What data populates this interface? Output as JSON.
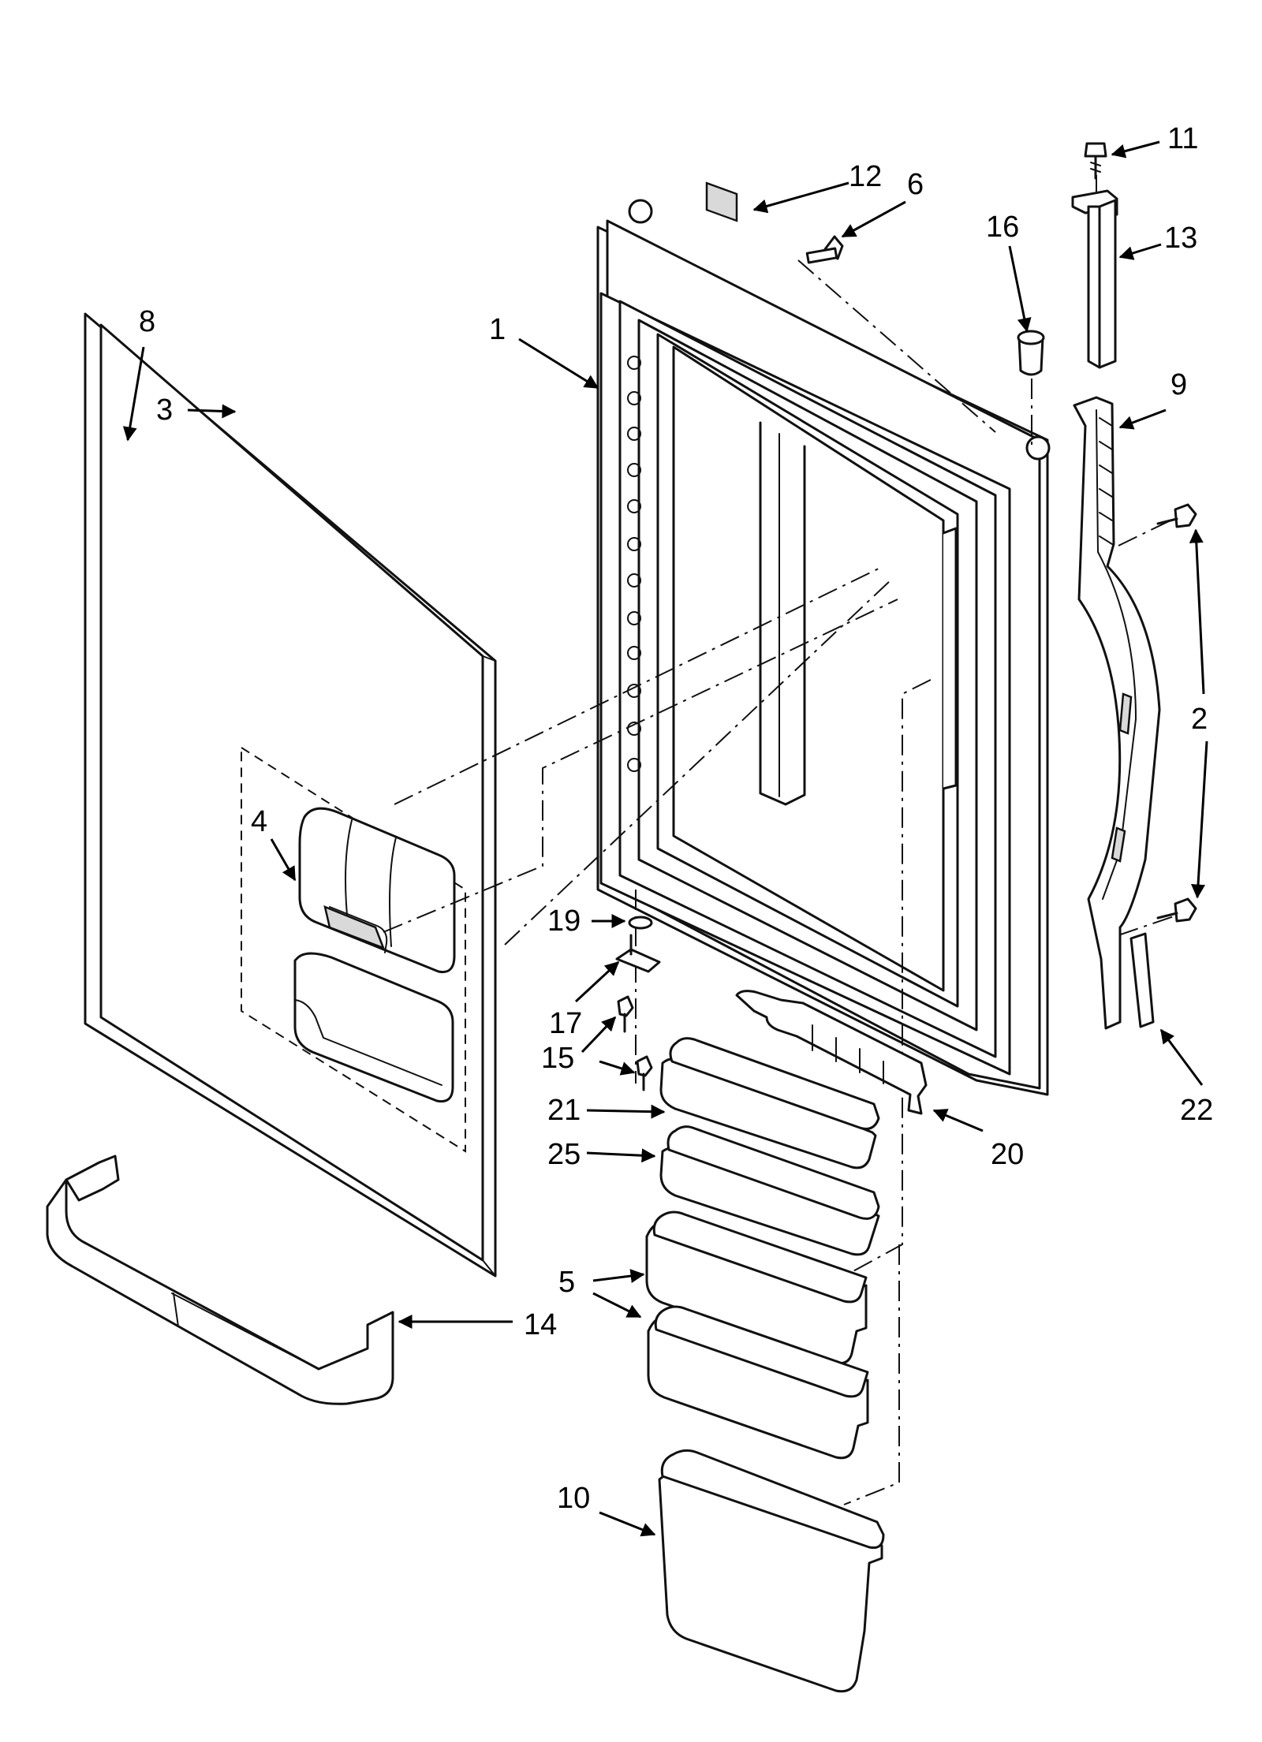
{
  "callouts": {
    "c1": "1",
    "c2": "2",
    "c3": "3",
    "c4": "4",
    "c5": "5",
    "c6": "6",
    "c8": "8",
    "c9": "9",
    "c10": "10",
    "c11": "11",
    "c12": "12",
    "c13": "13",
    "c14": "14",
    "c15": "15",
    "c16": "16",
    "c17": "17",
    "c19": "19",
    "c20": "20",
    "c21": "21",
    "c22": "22",
    "c25": "25"
  }
}
